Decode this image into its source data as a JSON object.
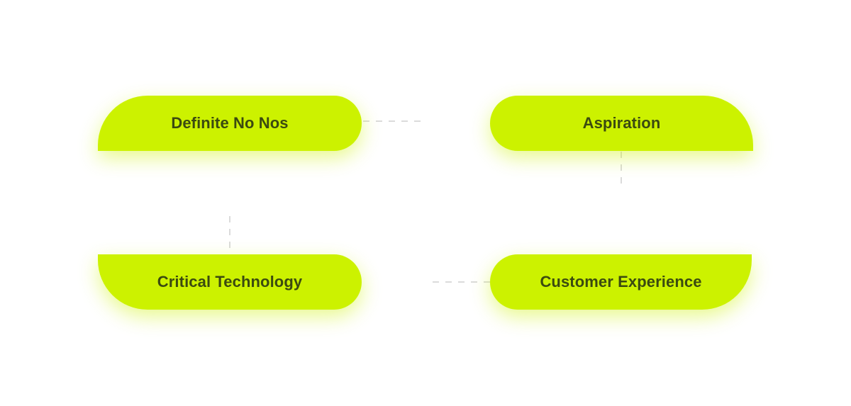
{
  "diagram": {
    "nodes": [
      {
        "id": "definite-no-nos",
        "label": "Definite No Nos"
      },
      {
        "id": "aspiration",
        "label": "Aspiration"
      },
      {
        "id": "critical-technology",
        "label": "Critical Technology"
      },
      {
        "id": "customer-experience",
        "label": "Customer Experience"
      }
    ],
    "edges": [
      {
        "from": "definite-no-nos",
        "to": "aspiration"
      },
      {
        "from": "aspiration",
        "to": "customer-experience"
      },
      {
        "from": "critical-technology",
        "to": "customer-experience"
      },
      {
        "from": "definite-no-nos",
        "to": "critical-technology"
      }
    ]
  },
  "colors": {
    "node_fill": "#ccf200",
    "node_text": "#3b4a10",
    "connector_solid": "#c9ef2a",
    "connector_dashed": "#cfcfcf",
    "background": "#ffffff"
  }
}
